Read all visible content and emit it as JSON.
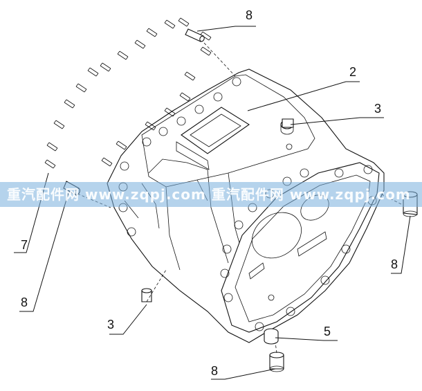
{
  "callouts": {
    "c8_top": "8",
    "c2": "2",
    "c3_right": "3",
    "c7": "7",
    "c8_left": "8",
    "c8_right": "8",
    "c3_bottom": "3",
    "c5": "5",
    "c8_bottom": "8"
  },
  "watermark": {
    "text": "重汽配件网  www.zqpj.com  重汽配件网  www.zqpj.com"
  }
}
